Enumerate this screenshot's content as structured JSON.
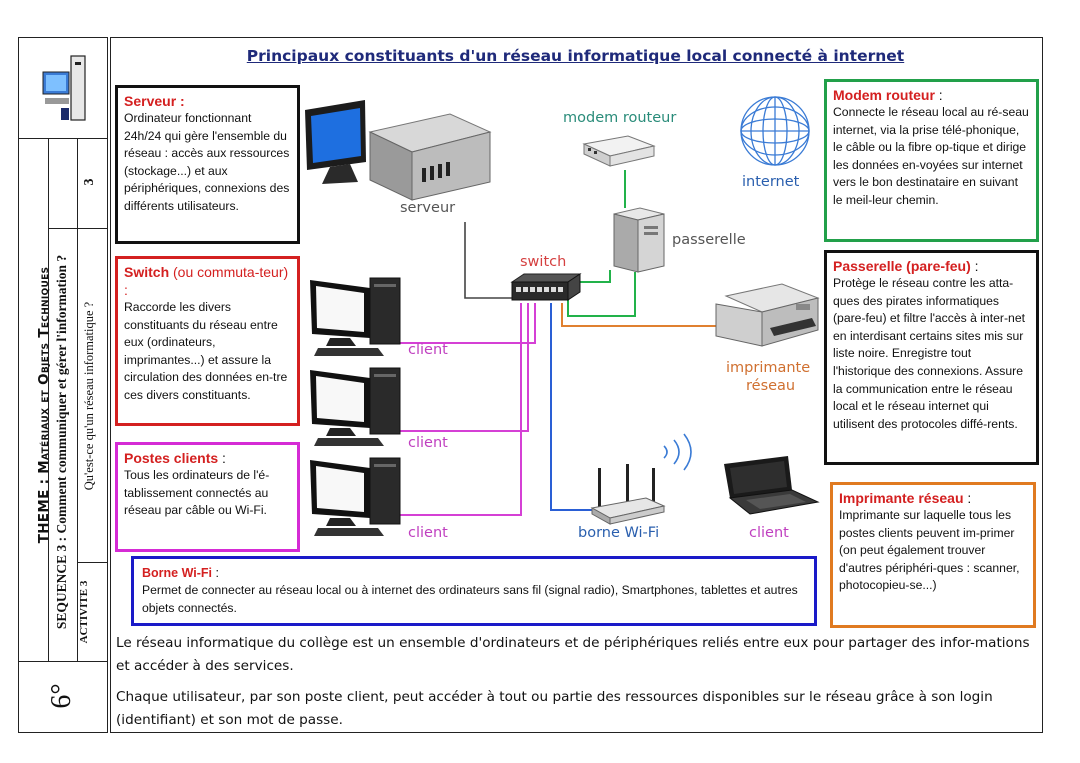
{
  "sidebar": {
    "grade": "6°",
    "theme": "THEME : Matériaux et Objets Techniques",
    "sequence_number": "3",
    "sequence_text": "SEQUENCE 3 : Comment communiquer et gérer l'information ?",
    "activity_label": "ACTIVITE 3",
    "activity_text": "Qu'est-ce qu'un réseau informatique ?"
  },
  "title": "Principaux constituants d'un réseau informatique local connecté à internet",
  "boxes": {
    "serveur": {
      "title": "Serveur :",
      "text": "Ordinateur fonctionnant 24h/24 qui gère l'ensemble du réseau : accès aux ressources (stockage...) et aux périphériques, connexions des différents utilisateurs."
    },
    "switch": {
      "title_main": "Switch",
      "title_rest": " (ou commuta-teur) :",
      "text": "Raccorde les divers constituants du réseau entre eux (ordinateurs, imprimantes...) et assure la circulation des données en-tre ces divers constituants."
    },
    "postes": {
      "title": "Postes clients",
      "title_suffix": " :",
      "text": "Tous les ordinateurs de l'é-tablissement connectés au réseau par câble ou Wi-Fi."
    },
    "borne": {
      "title": "Borne Wi-Fi",
      "title_suffix": " :",
      "text": "Permet de connecter au réseau local ou à internet des ordinateurs sans fil (signal radio), Smartphones, tablettes et autres objets connectés."
    },
    "modem": {
      "title": "Modem routeur",
      "title_suffix": " :",
      "text": "Connecte le réseau local au ré-seau internet, via la prise télé-phonique, le câble ou la fibre op-tique et dirige les données en-voyées sur internet vers le bon destinataire en suivant le meil-leur chemin."
    },
    "passerelle": {
      "title": "Passerelle (pare-feu)",
      "title_suffix": " :",
      "text": "Protège le réseau contre les atta-ques des pirates informatiques (pare-feu) et filtre l'accès à inter-net en interdisant certains sites mis sur liste noire. Enregistre tout l'historique des connexions. Assure la communication entre le réseau local et le réseau internet qui utilisent des protocoles diffé-rents."
    },
    "imprimante": {
      "title": "Imprimante réseau",
      "title_suffix": " :",
      "text": "Imprimante sur laquelle tous les postes clients peuvent im-primer (on peut également trouver d'autres périphéri-ques : scanner, photocopieu-se...)"
    }
  },
  "labels": {
    "serveur": "serveur",
    "modem": "modem routeur",
    "internet": "internet",
    "passerelle": "passerelle",
    "switch": "switch",
    "client1": "client",
    "client2": "client",
    "client3": "client",
    "client4": "client",
    "imprimante_line1": "imprimante",
    "imprimante_line2": "réseau",
    "borne": "borne Wi-Fi"
  },
  "footer": {
    "p1": "Le réseau informatique du collège est un ensemble d'ordinateurs et de périphériques reliés entre eux pour partager des infor-mations et accéder à des services.",
    "p2": "Chaque utilisateur, par son poste client, peut accéder à tout ou partie des ressources disponibles sur le réseau grâce à son login (identifiant) et son mot de passe."
  },
  "colors": {
    "title": "#1f2a7a",
    "red": "#d42020",
    "green": "#22a04a",
    "magenta": "#d52bd5",
    "blue": "#1a1ac8",
    "orange": "#e07a20",
    "label_gray": "#555555",
    "label_teal": "#2a8c7a",
    "label_blue": "#2a5fae"
  },
  "icons": [
    "computer-logo-icon",
    "server-icon",
    "modem-router-icon",
    "globe-icon",
    "gateway-tower-icon",
    "switch-icon",
    "desktop-computer-icon",
    "printer-icon",
    "wifi-access-point-icon",
    "wifi-waves-icon",
    "laptop-icon"
  ]
}
